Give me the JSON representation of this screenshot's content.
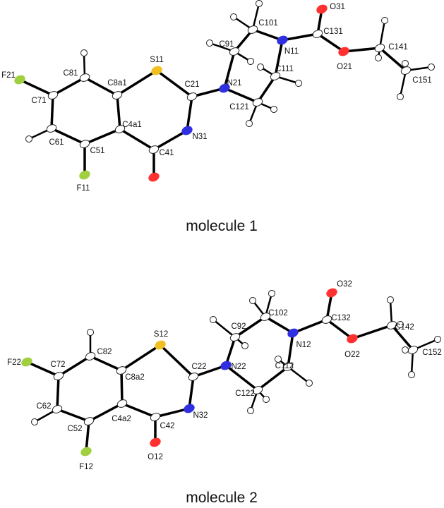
{
  "molecules": [
    {
      "caption": "molecule 1",
      "atom_labels": [
        "F21",
        "C71",
        "C81",
        "C8a1",
        "S11",
        "C21",
        "N31",
        "C41",
        "C4a1",
        "C51",
        "C61",
        "F11",
        "N21",
        "C91",
        "C101",
        "N11",
        "C111",
        "C121",
        "C131",
        "O31",
        "O21",
        "C141",
        "C151"
      ]
    },
    {
      "caption": "molecule 2",
      "atom_labels": [
        "F22",
        "C72",
        "C82",
        "C8a2",
        "S12",
        "C22",
        "N32",
        "C42",
        "O12",
        "C4a2",
        "C52",
        "C62",
        "F12",
        "N22",
        "C92",
        "C102",
        "N12",
        "C112",
        "C122",
        "C132",
        "O32",
        "O22",
        "C142",
        "C152"
      ]
    }
  ],
  "element_colors": {
    "C": "#ffffff",
    "H": "#ffffff",
    "N": "#3030e0",
    "O": "#ff3030",
    "S": "#f0c020",
    "F": "#a0d040"
  }
}
